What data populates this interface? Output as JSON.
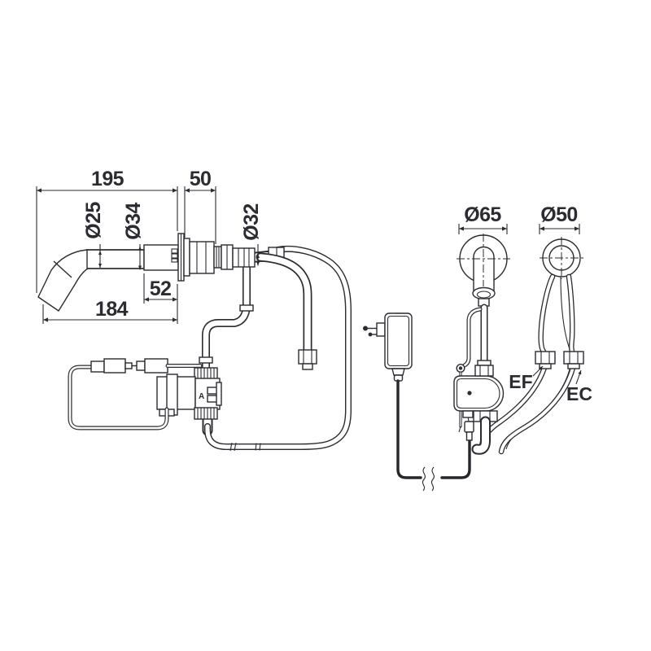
{
  "drawing": {
    "dimensions": {
      "spout_length": "195",
      "wall_thickness": "50",
      "spout_tube_diameter": "Ø25",
      "body_diameter": "Ø34",
      "connection_diameter": "Ø32",
      "body_length": "52",
      "spout_reach": "184",
      "escutcheon_diameter": "Ø65",
      "sensor_ring_diameter": "Ø50"
    },
    "labels": {
      "cold_water_supply": "EF",
      "hot_water_supply": "EC",
      "valve_marking": "A"
    },
    "colors": {
      "line": "#2b2b31",
      "background": "#ffffff"
    }
  }
}
